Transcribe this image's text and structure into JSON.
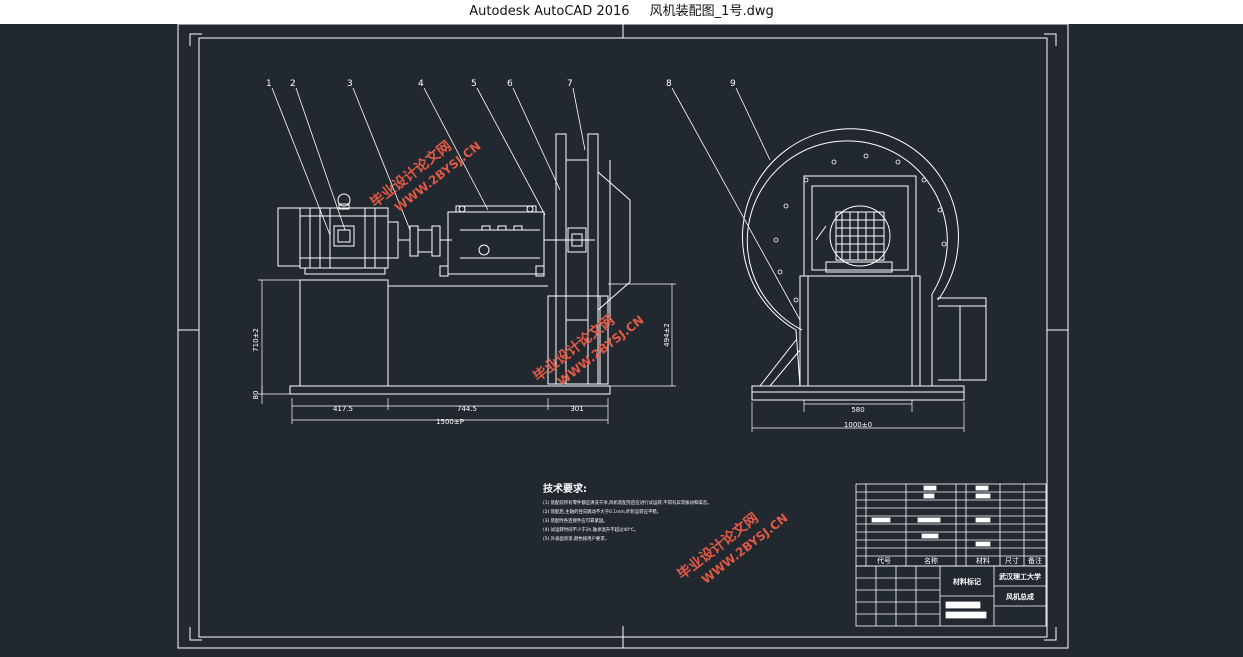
{
  "window": {
    "app_name": "Autodesk AutoCAD 2016",
    "file_name": "风机装配图_1号.dwg"
  },
  "colors": {
    "background": "#212830",
    "linework": "#ffffff",
    "watermark": "#e05a45"
  },
  "balloons": [
    "1",
    "2",
    "3",
    "4",
    "5",
    "6",
    "7",
    "8",
    "9"
  ],
  "dimensions": {
    "height_left": "710±2",
    "height_right": "494±2",
    "base_small": "80",
    "seg1": "417.5",
    "seg2": "744.5",
    "seg3": "301",
    "overall_width": "1500±P",
    "foot_span": "580",
    "base_width": "1000±0"
  },
  "tech_req": {
    "title": "技术要求:",
    "lines": [
      "(1) 装配前所有零件都应清洗干净,风机装配完后应进行试运转,不得有异常振动和噪音。",
      "(2) 装配后,主轴的径向跳动不大于0.1mm,叶轮运转应平稳。",
      "(3) 装配时各连接件应可靠紧固。",
      "(4) 试运转时间不少于2h,轴承温升不超过40℃。",
      "(5) 外表面涂漆,颜色按用户要求。"
    ]
  },
  "bom_headers": [
    "代号",
    "名称",
    "材料",
    "尺寸",
    "备注"
  ],
  "title_block": {
    "school": "武汉理工大学",
    "drawing_name": "风机总成",
    "mark": "材料标记"
  },
  "watermark": {
    "cn": "毕业设计论文网",
    "url": "WWW.2BYSJ.CN"
  }
}
